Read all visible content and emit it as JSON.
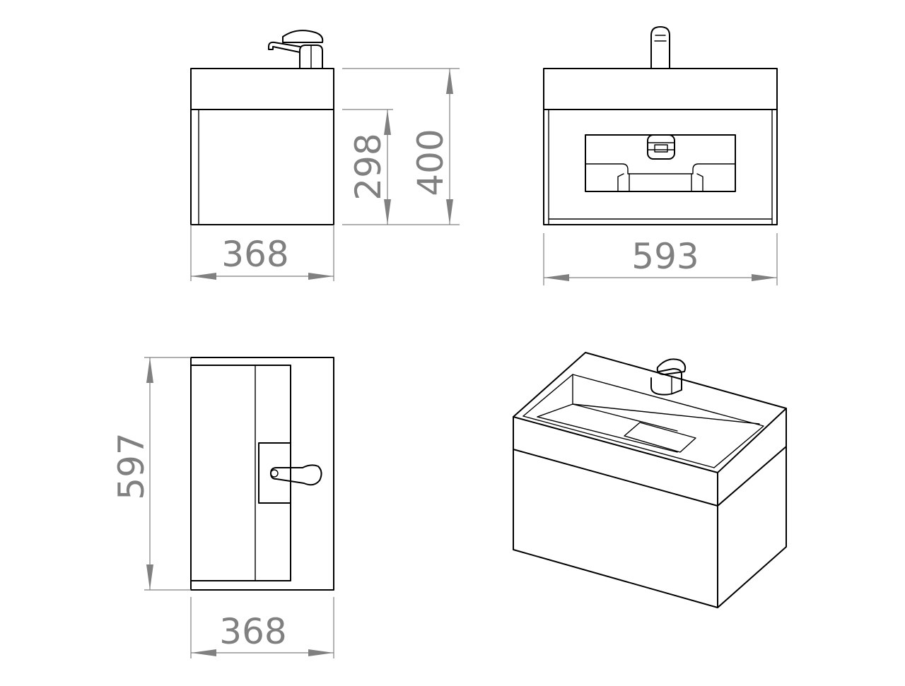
{
  "dimensions": {
    "side_width": "368",
    "cabinet_height": "298",
    "total_height": "400",
    "front_width": "593",
    "top_depth": "597",
    "top_width": "368"
  },
  "colors": {
    "outline": "#000000",
    "dimension": "#808080",
    "background": "#ffffff"
  }
}
